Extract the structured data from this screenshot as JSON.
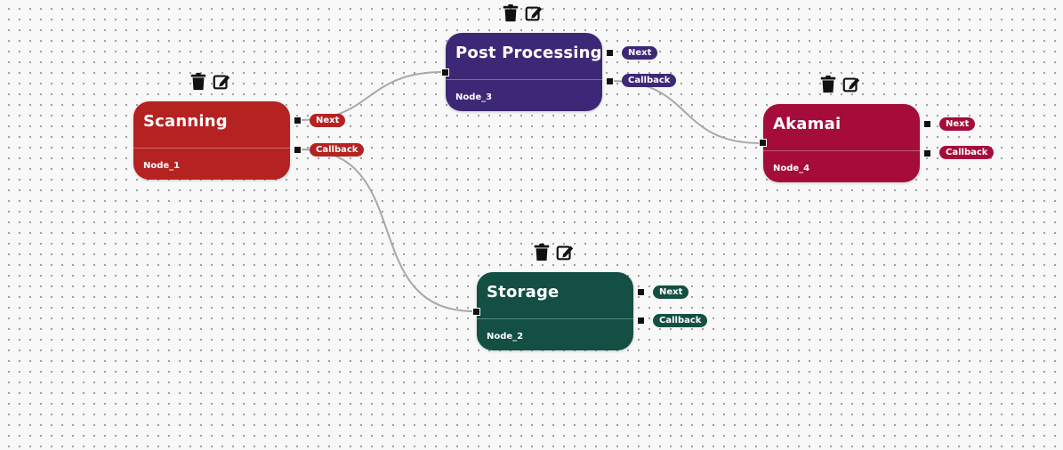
{
  "nodes": [
    {
      "title": "Scanning",
      "id": "Node_1",
      "color": "#b52222",
      "next_label": "Next",
      "callback_label": "Callback"
    },
    {
      "title": "Post Processing",
      "id": "Node_3",
      "color": "#3c2876",
      "next_label": "Next",
      "callback_label": "Callback"
    },
    {
      "title": "Akamai",
      "id": "Node_4",
      "color": "#a50c3a",
      "next_label": "Next",
      "callback_label": "Callback"
    },
    {
      "title": "Storage",
      "id": "Node_2",
      "color": "#134f42",
      "next_label": "Next",
      "callback_label": "Callback"
    }
  ],
  "links": [
    {
      "from": "Node_1",
      "port": "Next",
      "to": "Node_3"
    },
    {
      "from": "Node_1",
      "port": "Callback",
      "to": "Node_2"
    },
    {
      "from": "Node_3",
      "port": "Callback",
      "to": "Node_4"
    }
  ],
  "icons": {
    "delete": "trash-icon",
    "edit": "edit-icon"
  }
}
